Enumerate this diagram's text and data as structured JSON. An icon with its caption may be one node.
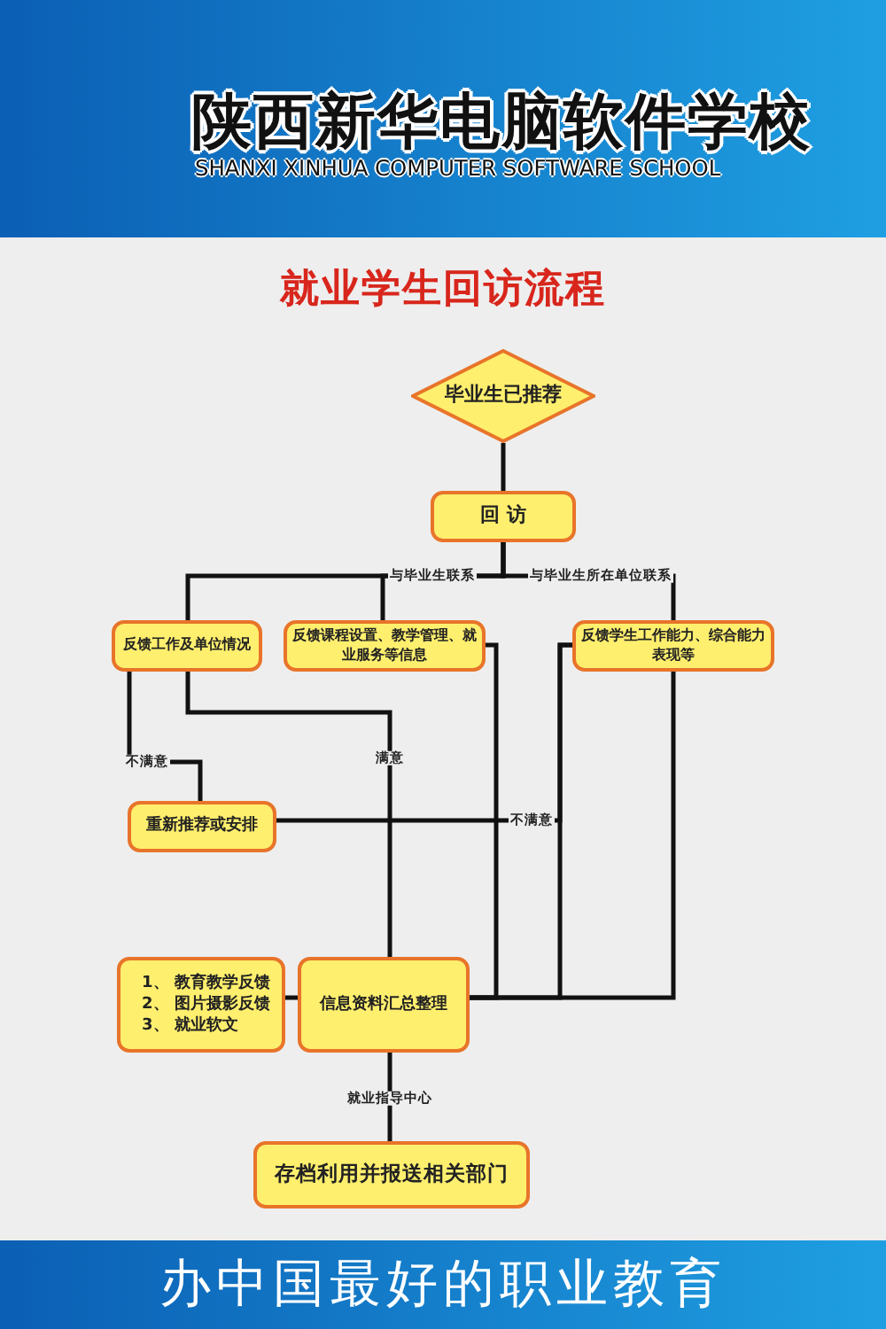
{
  "diagram": {
    "title": "就业学生回访流程",
    "nodes": [
      {
        "text": [
          "毕业生已推荐"
        ]
      },
      {
        "text": [
          "回 访"
        ]
      },
      {
        "text": [
          "反馈工作及单位情况"
        ]
      },
      {
        "text": [
          "反馈课程设置、教学管理、就业服务等信息"
        ]
      },
      {
        "text": [
          "反馈学生工作能力、综合能力表现等"
        ]
      },
      {
        "text": [
          "重新推荐或安排"
        ]
      },
      {
        "text": [
          "1、 教育教学反馈",
          "2、 图片摄影反馈",
          "3、 就业软文"
        ]
      },
      {
        "text": [
          "信息资料汇总整理"
        ]
      },
      {
        "text": [
          "存档利用并报送相关部门"
        ]
      }
    ],
    "edges": [
      {
        "from": 0,
        "to": 1,
        "arrow": "none"
      },
      {
        "from": 1,
        "to": 2,
        "arrow": "none",
        "label": "与毕业生联系"
      },
      {
        "from": 1,
        "to": 3,
        "arrow": "none"
      },
      {
        "from": 1,
        "to": 4,
        "arrow": "none",
        "label": "与毕业生所在单位联系"
      },
      {
        "from": 2,
        "to": 5,
        "arrow": "none",
        "label": "不满意"
      },
      {
        "from": 2,
        "to": 7,
        "arrow": "none",
        "label": "满意"
      },
      {
        "from": 3,
        "to": 7,
        "arrow": "none"
      },
      {
        "from": 4,
        "to": 5,
        "arrow": "none",
        "label": "不满意"
      },
      {
        "from": 4,
        "to": 7,
        "arrow": "none"
      },
      {
        "from": 4,
        "to": 7,
        "arrow": "none"
      },
      {
        "from": 6,
        "to": 7,
        "arrow": "none"
      },
      {
        "from": 7,
        "to": 8,
        "arrow": "none",
        "label": "就业指导中心"
      }
    ],
    "labels": [
      "陕西新华电脑软件学校",
      "SHANXI XINHUA COMPUTER SOFTWARE SCHOOL",
      "办中国最好的职业教育"
    ]
  }
}
